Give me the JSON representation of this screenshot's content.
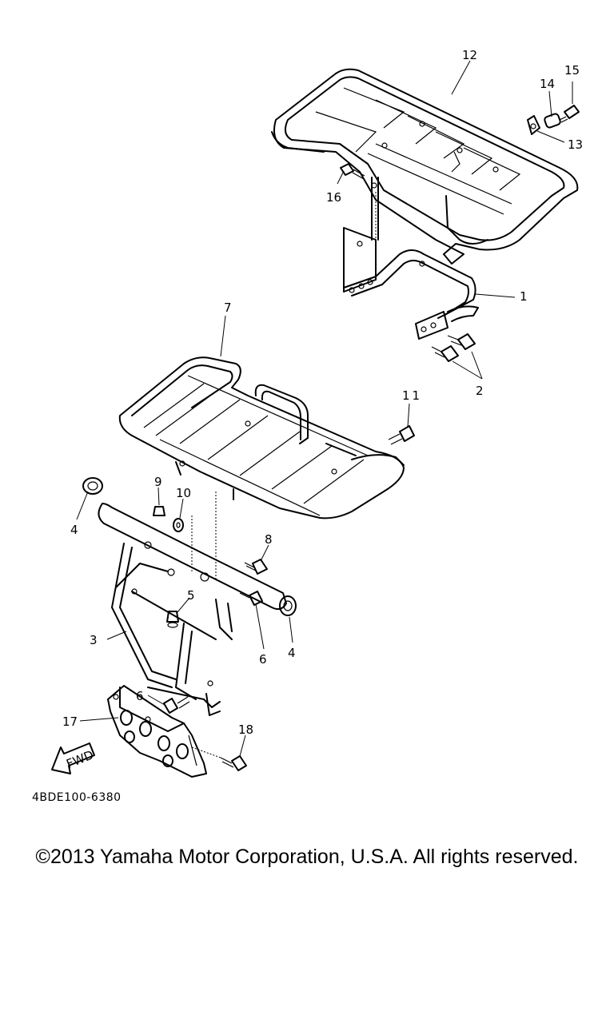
{
  "diagram": {
    "callouts": [
      {
        "id": "c1",
        "label": "1"
      },
      {
        "id": "c2",
        "label": "2"
      },
      {
        "id": "c3",
        "label": "3"
      },
      {
        "id": "c4a",
        "label": "4"
      },
      {
        "id": "c4b",
        "label": "4"
      },
      {
        "id": "c5",
        "label": "5"
      },
      {
        "id": "c6a",
        "label": "6"
      },
      {
        "id": "c6b",
        "label": "6"
      },
      {
        "id": "c7",
        "label": "7"
      },
      {
        "id": "c8",
        "label": "8"
      },
      {
        "id": "c9",
        "label": "9"
      },
      {
        "id": "c10",
        "label": "10"
      },
      {
        "id": "c11",
        "label": "11"
      },
      {
        "id": "c12",
        "label": "12"
      },
      {
        "id": "c13",
        "label": "13"
      },
      {
        "id": "c14",
        "label": "14"
      },
      {
        "id": "c15",
        "label": "15"
      },
      {
        "id": "c16",
        "label": "16"
      },
      {
        "id": "c17",
        "label": "17"
      },
      {
        "id": "c18",
        "label": "18"
      }
    ],
    "fwd_label": "FWD",
    "code": "4BDE100-6380"
  },
  "footer": {
    "copyright": "©2013 Yamaha Motor Corporation, U.S.A. All rights reserved."
  }
}
